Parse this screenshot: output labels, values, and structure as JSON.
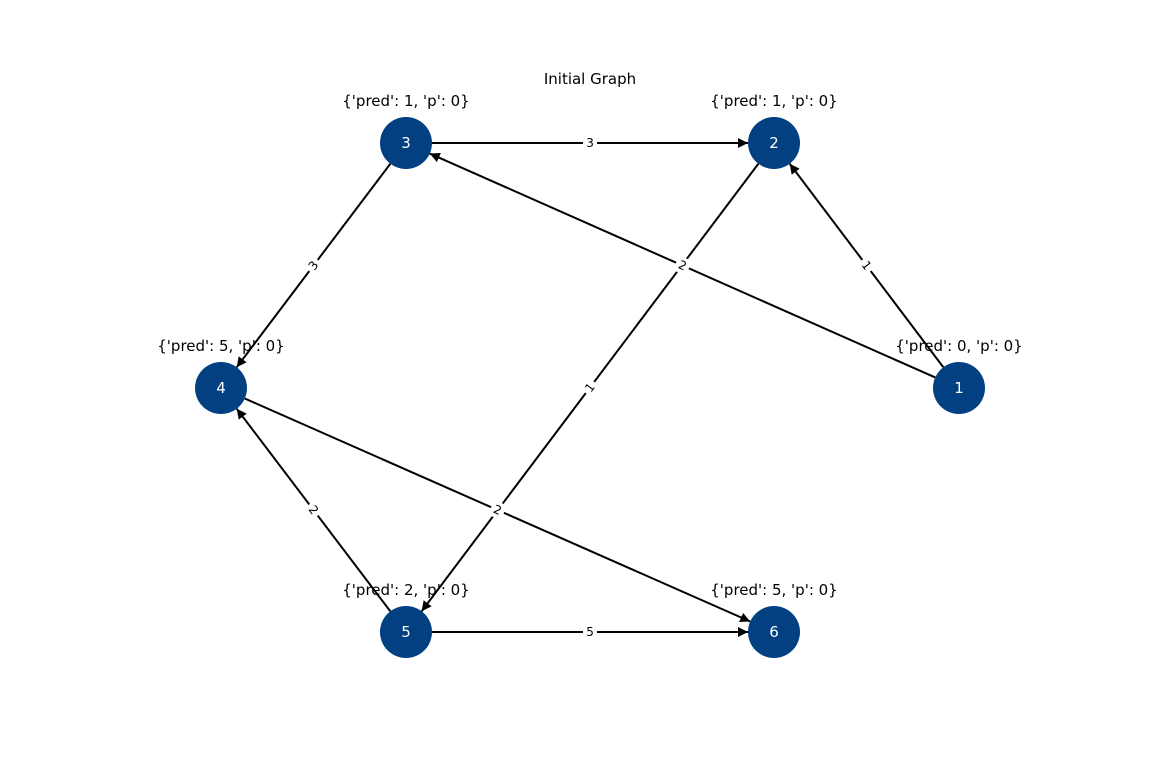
{
  "title": "Initial Graph",
  "colors": {
    "node_fill": "#034081",
    "node_text": "#ffffff",
    "edge": "#000000",
    "background": "#ffffff"
  },
  "nodes": [
    {
      "id": "1",
      "label": "1",
      "attr": "{'pred': 0, 'p': 0}"
    },
    {
      "id": "2",
      "label": "2",
      "attr": "{'pred': 1, 'p': 0}"
    },
    {
      "id": "3",
      "label": "3",
      "attr": "{'pred': 1, 'p': 0}"
    },
    {
      "id": "4",
      "label": "4",
      "attr": "{'pred': 5, 'p': 0}"
    },
    {
      "id": "5",
      "label": "5",
      "attr": "{'pred': 2, 'p': 0}"
    },
    {
      "id": "6",
      "label": "6",
      "attr": "{'pred': 5, 'p': 0}"
    }
  ],
  "edges": [
    {
      "from": "1",
      "to": "2",
      "weight": "1"
    },
    {
      "from": "1",
      "to": "3",
      "weight": "2"
    },
    {
      "from": "3",
      "to": "2",
      "weight": "3"
    },
    {
      "from": "3",
      "to": "4",
      "weight": "3"
    },
    {
      "from": "2",
      "to": "5",
      "weight": "1"
    },
    {
      "from": "5",
      "to": "4",
      "weight": "2"
    },
    {
      "from": "4",
      "to": "6",
      "weight": "2"
    },
    {
      "from": "5",
      "to": "6",
      "weight": "5"
    }
  ]
}
